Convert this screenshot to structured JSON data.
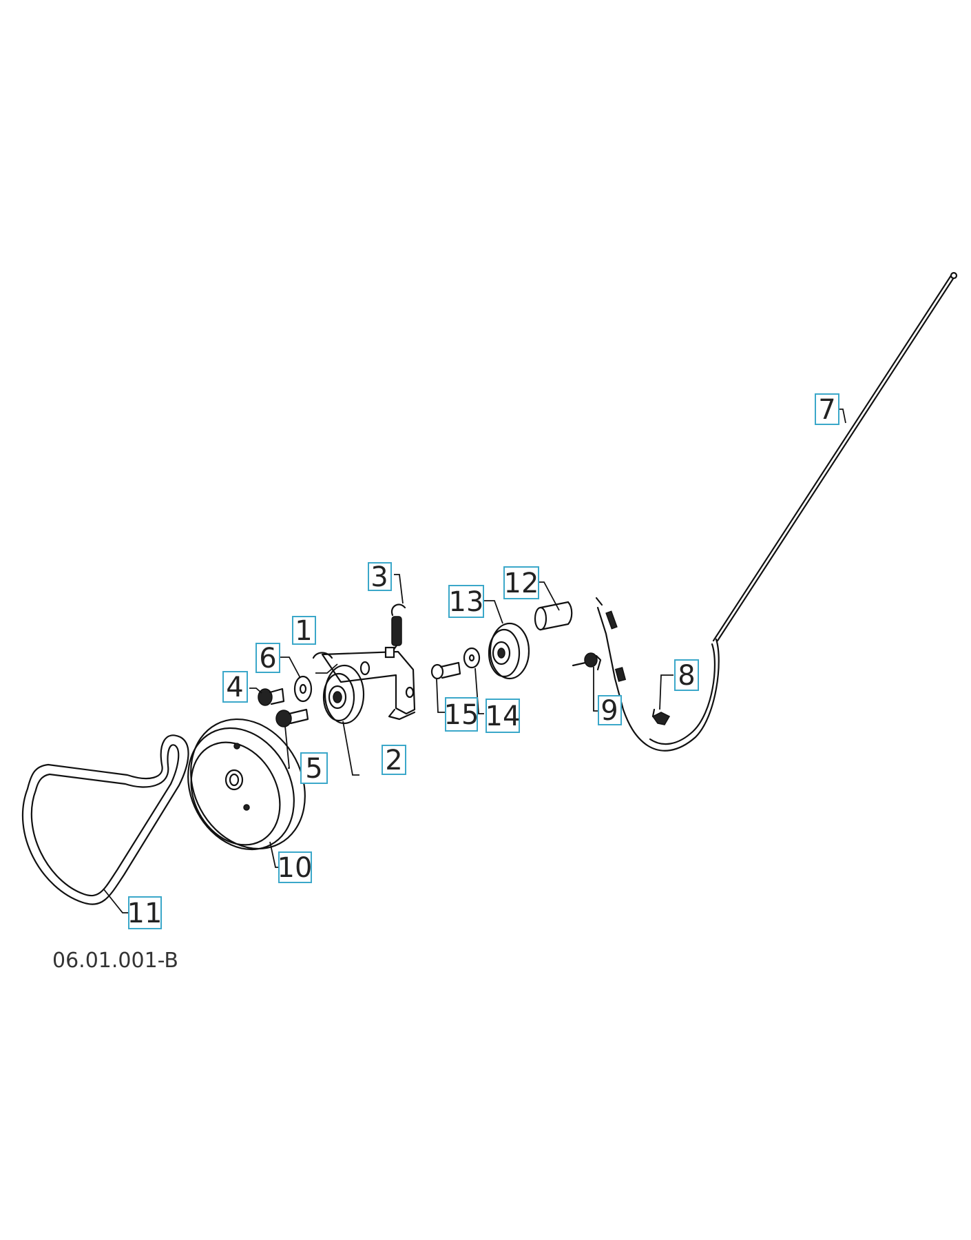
{
  "drawing_ref": "06.01.001-B",
  "callouts": [
    {
      "id": "1",
      "label": "1"
    },
    {
      "id": "2",
      "label": "2"
    },
    {
      "id": "3",
      "label": "3"
    },
    {
      "id": "4",
      "label": "4"
    },
    {
      "id": "5",
      "label": "5"
    },
    {
      "id": "6",
      "label": "6"
    },
    {
      "id": "7",
      "label": "7"
    },
    {
      "id": "8",
      "label": "8"
    },
    {
      "id": "9",
      "label": "9"
    },
    {
      "id": "10",
      "label": "10"
    },
    {
      "id": "11",
      "label": "11"
    },
    {
      "id": "12",
      "label": "12"
    },
    {
      "id": "13",
      "label": "13"
    },
    {
      "id": "14",
      "label": "14"
    },
    {
      "id": "15",
      "label": "15"
    }
  ],
  "colors": {
    "callout_border": "#3aa7c9",
    "line": "#111111",
    "background": "#ffffff"
  }
}
